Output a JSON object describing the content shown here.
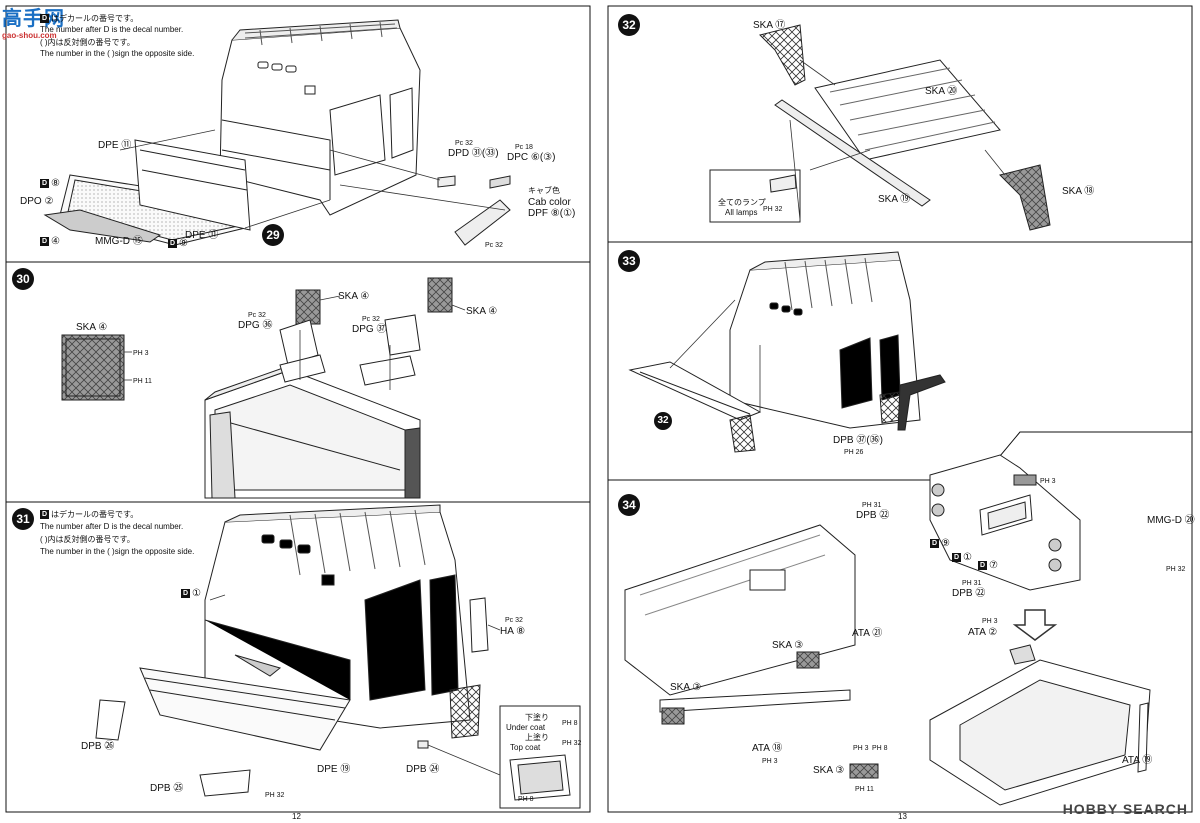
{
  "watermark_top": {
    "main": "高手网",
    "sub": "gao-shou.com"
  },
  "watermark_bottom": "HOBBY SEARCH",
  "left_page": {
    "page_number": "12",
    "note_top": {
      "line1": "はデカールの番号です。",
      "line2": "The number after D is the decal number.",
      "line3": "( )内は反対側の番号です。",
      "line4": "The number in the ( )sign the opposite side."
    },
    "step29": {
      "number": "29",
      "labels": {
        "dpe_top": "DPE ⑪",
        "dpo": "DPO ②",
        "d8": "⑧",
        "d4": "④",
        "mmgd": "MMG-D ⑮",
        "d9": "⑨",
        "dpe_bottom": "DPE ⑪",
        "dpd_p": "Pc 32",
        "dpd": "DPD ㉛(㉝)",
        "dpc_p": "Pc 18",
        "dpc": "DPC ⑥(③)",
        "cab_jp": "キャブ色",
        "cab_en": "Cab color",
        "dpf": "DPF ⑧(①)",
        "pc32": "Pc 32"
      }
    },
    "step30": {
      "number": "30",
      "labels": {
        "ska_left": "SKA ④",
        "ph3": "PH 3",
        "ph11": "PH 11",
        "dpg36_p": "Pc 32",
        "dpg36": "DPG ㊱",
        "ska_mid": "SKA ④",
        "dpg37_p": "Pc 32",
        "dpg37": "DPG ㊲",
        "ska_right": "SKA ④"
      }
    },
    "step31": {
      "number": "31",
      "note": {
        "line1": "はデカールの番号です。",
        "line2": "The number after D is the decal number.",
        "line3": "( )内は反対側の番号です。",
        "line4": "The number in the ( )sign the opposite side."
      },
      "labels": {
        "d1": "①",
        "ha_p": "Pc 32",
        "ha": "HA ⑧",
        "dpb26": "DPB ㉖",
        "dpb25": "DPB ㉕",
        "ph32": "PH 32",
        "dpe19": "DPE ⑲",
        "dpb24": "DPB ㉔",
        "undercoat_jp": "下塗り",
        "undercoat_en": "Under coat",
        "topcoat_jp": "上塗り",
        "topcoat_en": "Top coat",
        "ph8": "PH 8",
        "ph32b": "PH 32",
        "ph8b": "PH 8"
      }
    }
  },
  "right_page": {
    "page_number": "13",
    "step32": {
      "number": "32",
      "labels": {
        "ska17": "SKA ⑰",
        "ska20": "SKA ⑳",
        "lamps_jp": "全てのランプ",
        "lamps_en": "All lamps",
        "ph32": "PH 32",
        "ska19": "SKA ⑲",
        "ska18": "SKA ⑱"
      }
    },
    "step33": {
      "number": "33",
      "labels": {
        "ref32": "32",
        "dpb": "DPB ㊲(㊱)",
        "ph26": "PH 26"
      }
    },
    "step34": {
      "number": "34",
      "labels": {
        "ph3_top": "PH 3",
        "dpb22_p": "PH 31",
        "dpb22": "DPB ㉒",
        "d9": "⑨",
        "d1": "①",
        "d7": "⑦",
        "dpb22b_p": "PH 31",
        "dpb22b": "DPB ㉒",
        "mmgd20": "MMG-D ⑳",
        "ph32": "PH 32",
        "ata21": "ATA ㉑",
        "ska3_a": "SKA ③",
        "ska3_b": "SKA ③",
        "ata18": "ATA ⑱",
        "ph3_mid": "PH 3",
        "ska3_c": "SKA ③",
        "ph3_c": "PH 3",
        "ph8_c": "PH 8",
        "ph11_c": "PH 11",
        "ata2_p": "PH 3",
        "ata2": "ATA ②",
        "ata19": "ATA ⑲"
      }
    }
  }
}
